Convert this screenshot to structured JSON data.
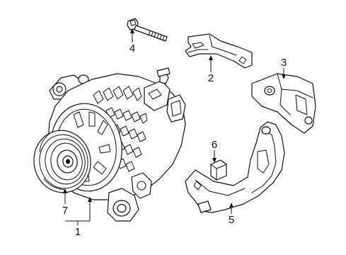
{
  "callouts": {
    "c1": "1",
    "c2": "2",
    "c3": "3",
    "c4": "4",
    "c5": "5",
    "c6": "6",
    "c7": "7"
  },
  "parts": [
    {
      "callout": "1",
      "icon": "alternator-assembly"
    },
    {
      "callout": "2",
      "icon": "adjusting-bar"
    },
    {
      "callout": "3",
      "icon": "upper-bracket"
    },
    {
      "callout": "4",
      "icon": "bolt"
    },
    {
      "callout": "5",
      "icon": "mounting-bracket"
    },
    {
      "callout": "6",
      "icon": "bushing"
    },
    {
      "callout": "7",
      "icon": "pulley"
    }
  ],
  "colors": {
    "line": "#111111",
    "background": "#ffffff"
  }
}
